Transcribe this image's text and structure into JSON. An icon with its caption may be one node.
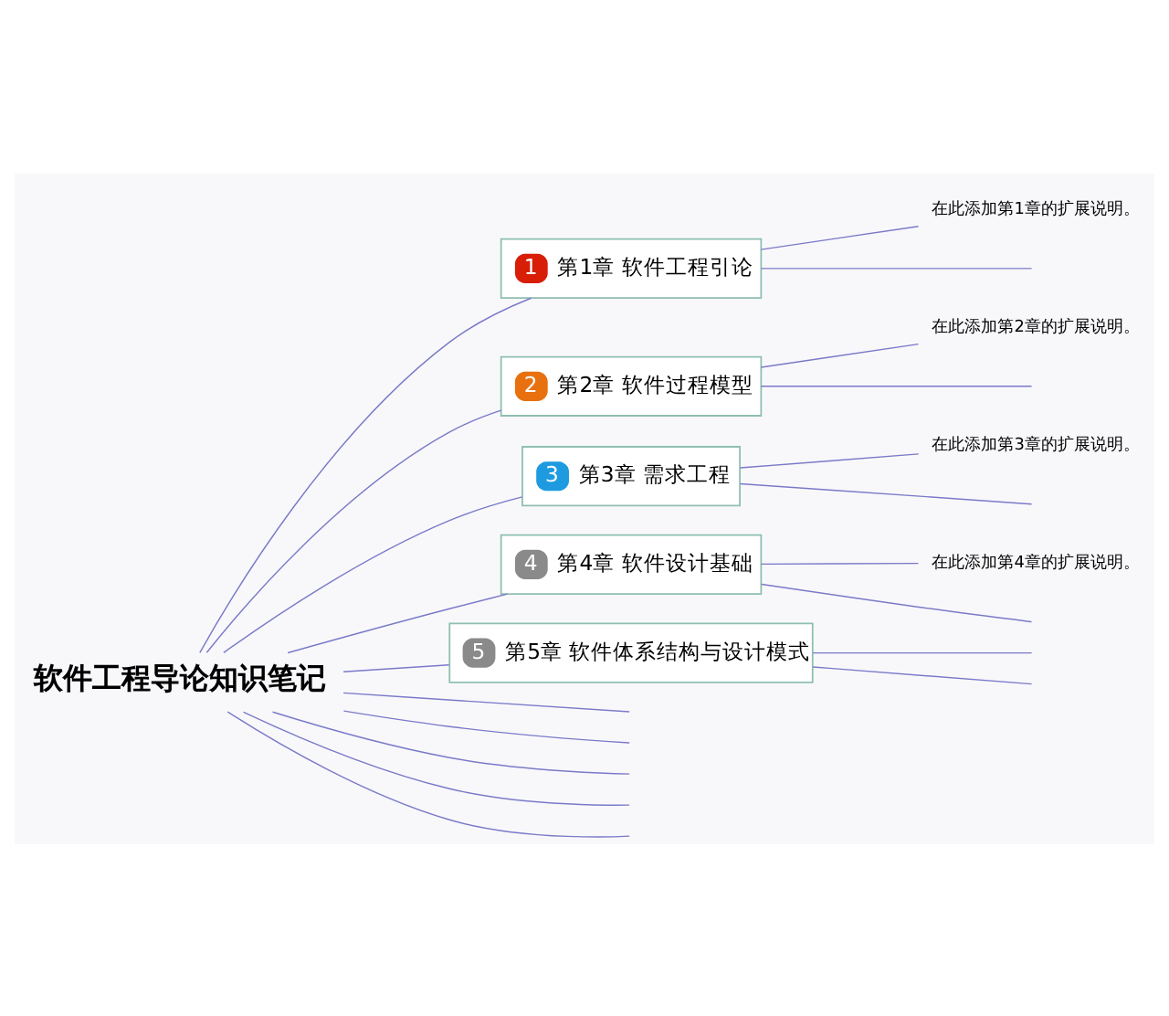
{
  "diagram": {
    "nodes": [
      {
        "text": [
          "软件工程导论知识笔记"
        ]
      },
      {
        "text": [
          "1",
          "第1章 软件工程引论"
        ]
      },
      {
        "text": [
          "2",
          "第2章 软件过程模型"
        ]
      },
      {
        "text": [
          "3",
          "第3章 需求工程"
        ]
      },
      {
        "text": [
          "4",
          "第4章 软件设计基础"
        ]
      },
      {
        "text": [
          "5",
          "第5章 软件体系结构与设计模式"
        ]
      },
      {
        "text": [
          "在此添加第1章的扩展说明。"
        ]
      },
      {
        "text": [
          "在此添加第2章的扩展说明。"
        ]
      },
      {
        "text": [
          "在此添加第3章的扩展说明。"
        ]
      },
      {
        "text": [
          "在此添加第4章的扩展说明。"
        ]
      }
    ],
    "edges": [
      {
        "from": 0,
        "to": 1,
        "arrow": "none"
      },
      {
        "from": 0,
        "to": 2,
        "arrow": "none"
      },
      {
        "from": 0,
        "to": 3,
        "arrow": "none"
      },
      {
        "from": 0,
        "to": 4,
        "arrow": "none"
      },
      {
        "from": 0,
        "to": 5,
        "arrow": "none"
      },
      {
        "from": 0,
        "to": null,
        "arrow": "none"
      },
      {
        "from": 0,
        "to": null,
        "arrow": "none"
      },
      {
        "from": 0,
        "to": null,
        "arrow": "none"
      },
      {
        "from": 0,
        "to": null,
        "arrow": "none"
      },
      {
        "from": 0,
        "to": null,
        "arrow": "none"
      },
      {
        "from": 1,
        "to": null,
        "arrow": "none"
      },
      {
        "from": 1,
        "to": 6,
        "arrow": "none"
      },
      {
        "from": 2,
        "to": null,
        "arrow": "none"
      },
      {
        "from": 2,
        "to": 7,
        "arrow": "none"
      },
      {
        "from": 3,
        "to": null,
        "arrow": "none"
      },
      {
        "from": 3,
        "to": 8,
        "arrow": "none"
      },
      {
        "from": 4,
        "to": null,
        "arrow": "none"
      },
      {
        "from": 4,
        "to": 9,
        "arrow": "none"
      },
      {
        "from": 5,
        "to": null,
        "arrow": "none"
      },
      {
        "from": 5,
        "to": null,
        "arrow": "none"
      }
    ]
  }
}
